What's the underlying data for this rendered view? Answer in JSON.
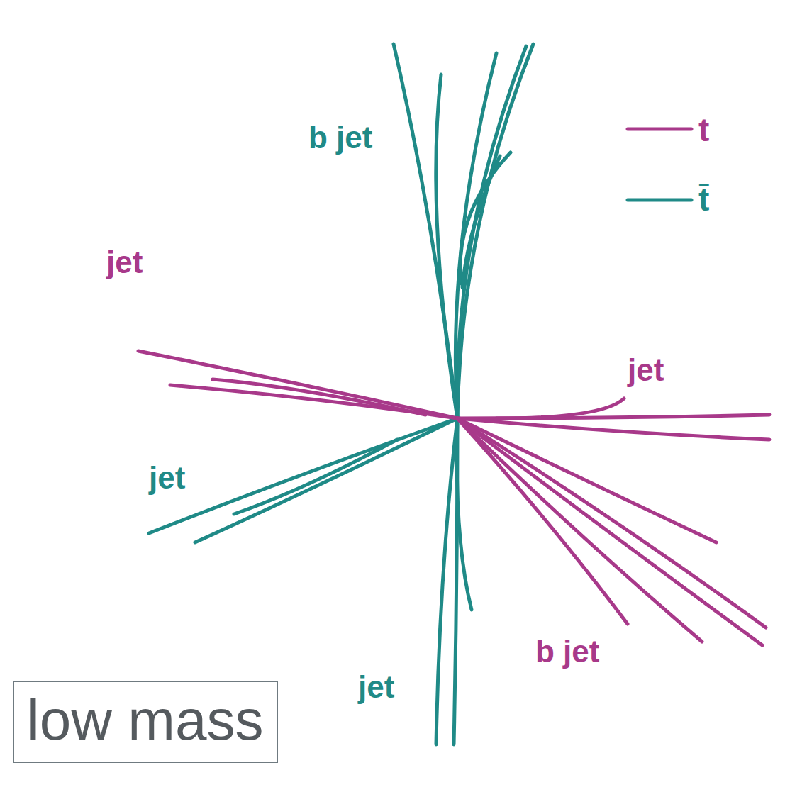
{
  "diagram": {
    "nodes": [
      {
        "text": [
          "low mass"
        ]
      }
    ],
    "labels": [
      "b jet",
      "jet",
      "jet",
      "jet",
      "b jet",
      "jet"
    ],
    "legend": [
      {
        "text": "t"
      },
      {
        "text": "t̄"
      }
    ]
  }
}
